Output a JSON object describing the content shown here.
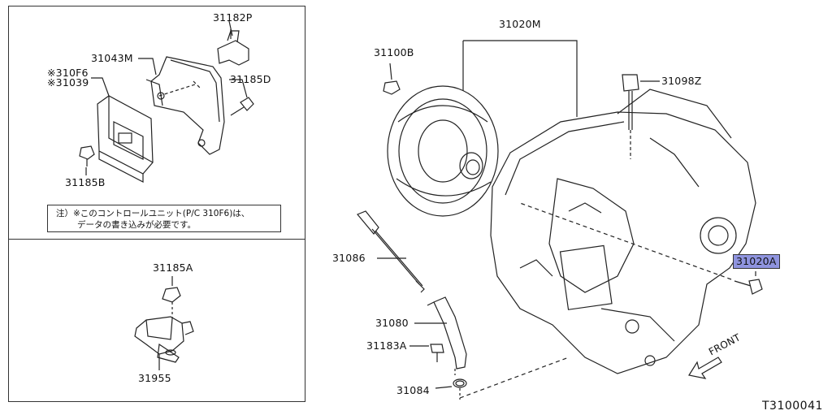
{
  "parts": {
    "p31182P": "31182P",
    "p31043M": "31043M",
    "p310F6": "※310F6",
    "p31039": "※31039",
    "p31185D": "31185D",
    "p31185B": "31185B",
    "p31185A": "31185A",
    "p31955": "31955",
    "p31020M": "31020M",
    "p31100B": "31100B",
    "p31098Z": "31098Z",
    "p31086": "31086",
    "p31080": "31080",
    "p31183A": "31183A",
    "p31084": "31084",
    "p31020A": "31020A"
  },
  "note": {
    "line1": "注）※このコントロールユニット(P/C 310F6)は、",
    "line2": "データの書き込みが必要です。"
  },
  "front_label": "FRONT",
  "diagram_code": "T3100041",
  "colors": {
    "highlight": "#8f94df",
    "line": "#222222"
  }
}
